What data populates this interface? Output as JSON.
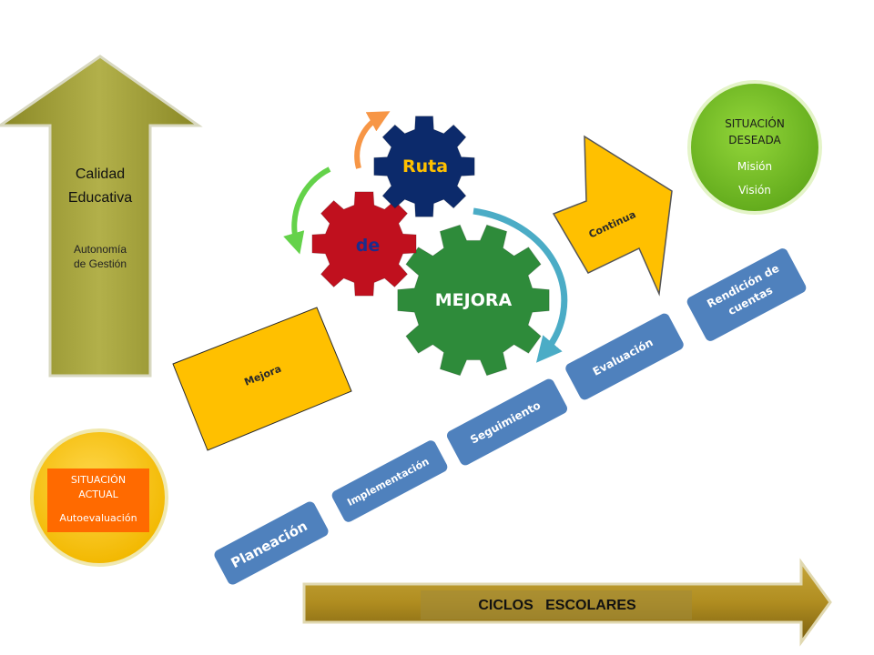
{
  "quality_arrow": {
    "title_line1": "Calidad",
    "title_line2": "Educativa",
    "subtitle_line1": "Autonomía",
    "subtitle_line2": "de Gestión"
  },
  "current_situation": {
    "line1": "SITUACIÓN",
    "line2": "ACTUAL",
    "line3": "Autoevaluación"
  },
  "desired_situation": {
    "line1": "SITUACIÓN",
    "line2": "DESEADA",
    "line3": "Misión",
    "line4": "Visión"
  },
  "gears": {
    "top": "Ruta",
    "middle": "de",
    "bottom": "MEJORA"
  },
  "mejora_box": "Mejora",
  "continua_arrow": "Continua",
  "steps": {
    "s1": "Planeación",
    "s2": "Implementación",
    "s3": "Seguimiento",
    "s4": "Evaluación",
    "s5_line1": "Rendición de",
    "s5_line2": "cuentas"
  },
  "cycles_arrow": "CICLOS   ESCOLARES",
  "colors": {
    "olive": "#a2a038",
    "gold": "#ffc000",
    "green_circle": "#7dc62b",
    "gear_navy": "#0c2a6b",
    "gear_red": "#c0101e",
    "gear_green": "#2e8b3a",
    "step_blue": "#4f81bd"
  }
}
